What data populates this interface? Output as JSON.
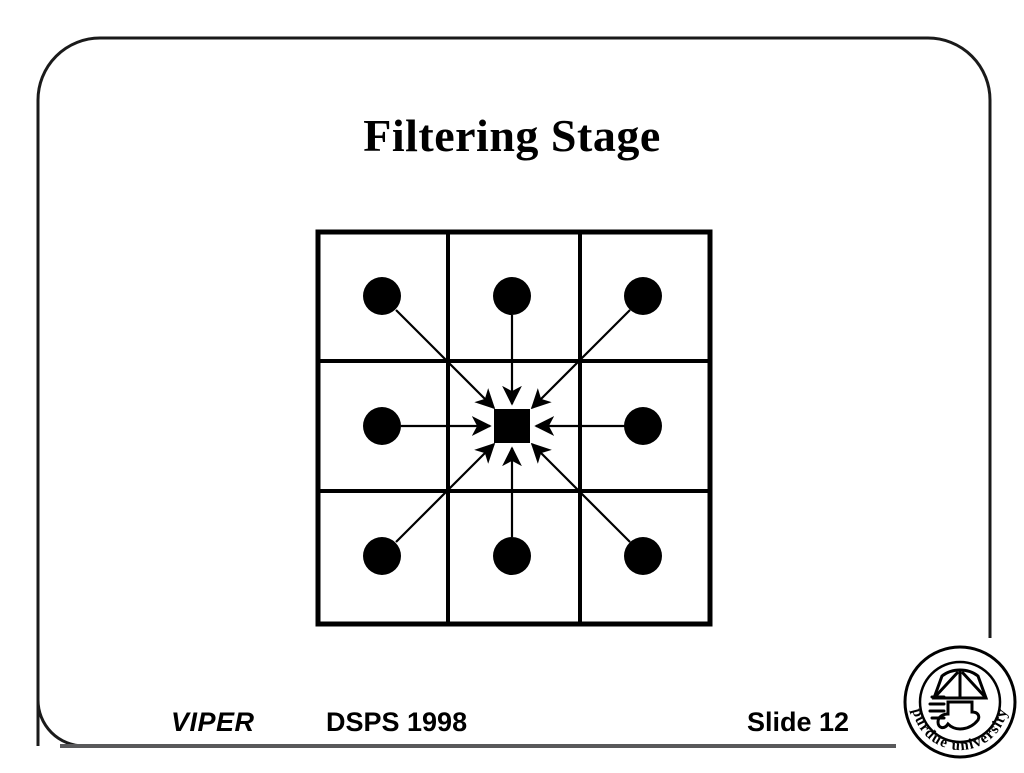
{
  "slide": {
    "title": "Filtering Stage",
    "border_color": "#1a1a1a",
    "background": "#ffffff"
  },
  "diagram": {
    "name": "filtering-stage-neighborhood-grid",
    "description": "3x3 neighborhood grid with eight neighbor samples feeding a central output sample",
    "grid": {
      "rows": 3,
      "cols": 3,
      "outer_stroke": 5,
      "inner_stroke": 4,
      "stroke_color": "#000000"
    },
    "center_node": {
      "shape": "square",
      "size": 36,
      "color": "#000000"
    },
    "neighbor_nodes": [
      {
        "id": "top-left",
        "row": 0,
        "col": 0,
        "shape": "circle",
        "radius": 19
      },
      {
        "id": "top-center",
        "row": 0,
        "col": 1,
        "shape": "circle",
        "radius": 19
      },
      {
        "id": "top-right",
        "row": 0,
        "col": 2,
        "shape": "circle",
        "radius": 19
      },
      {
        "id": "middle-left",
        "row": 1,
        "col": 0,
        "shape": "circle",
        "radius": 19
      },
      {
        "id": "middle-right",
        "row": 1,
        "col": 2,
        "shape": "circle",
        "radius": 19
      },
      {
        "id": "bottom-left",
        "row": 2,
        "col": 0,
        "shape": "circle",
        "radius": 19
      },
      {
        "id": "bottom-center",
        "row": 2,
        "col": 1,
        "shape": "circle",
        "radius": 19
      },
      {
        "id": "bottom-right",
        "row": 2,
        "col": 2,
        "shape": "circle",
        "radius": 19
      }
    ],
    "arrow_count": 8,
    "arrow_direction": "neighbors-to-center",
    "node_color": "#000000"
  },
  "footer": {
    "project": "VIPER",
    "event": "DSPS 1998",
    "slide_number": "Slide 12",
    "rule_color": "#59595b"
  },
  "logo": {
    "name": "purdue-university-seal",
    "text": "purdue university",
    "color": "#000000"
  }
}
